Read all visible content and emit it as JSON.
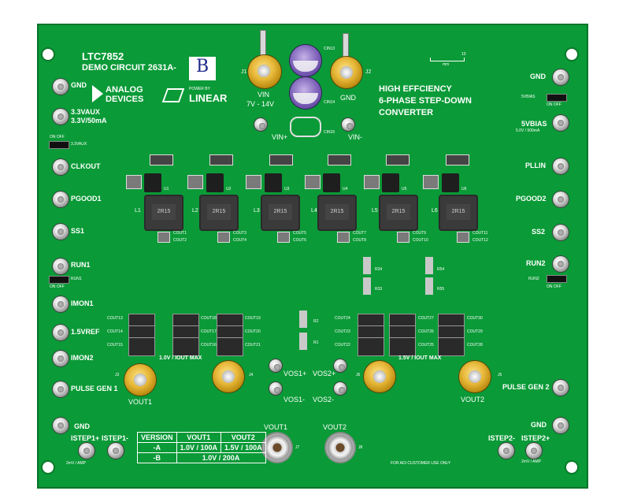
{
  "board": {
    "part_number": "LTC7852",
    "demo_circuit": "DEMO CIRCUIT 2631A-",
    "demo_suffix": "B",
    "title_line1": "HIGH EFFCIENCY",
    "title_line2": "6-PHASE  STEP-DOWN",
    "title_line3": "CONVERTER",
    "brand_adi_line1": "ANALOG",
    "brand_adi_line2": "DEVICES",
    "brand_lt_line1": "POWER BY",
    "brand_lt_line2": "LINEAR",
    "scale_label": "mm",
    "scale_value": "10",
    "customer_note": "FOR ADI CUSTOMER USE ONLY"
  },
  "left_labels": {
    "gnd": "GND",
    "aux_line1": "3.3VAUX",
    "aux_line2": "3.3V/50mA",
    "jumper_onoff": "ON  OFF",
    "jumper_aux": "3.3VAUX",
    "clkout": "CLKOUT",
    "pgood1": "PGOOD1",
    "ss1": "SS1",
    "run1": "RUN1",
    "run1_jumper": "RUN1",
    "run1_onoff": "ON  OFF",
    "imon1": "IMON1",
    "vref": "1.5VREF",
    "imon2": "IMON2",
    "pulse_gen1": "PULSE GEN 1",
    "gnd_bottom": "GND",
    "istep1p": "ISTEP1+",
    "istep1m": "ISTEP1-",
    "amp_scale": "2mV / AMP"
  },
  "right_labels": {
    "gnd": "GND",
    "bias_jumper": "5VBIAS",
    "bias_onoff": "ON  OFF",
    "bias_line1": "5VBIAS",
    "bias_line2": "5.0V / 500mA",
    "pllin": "PLLIN",
    "pgood2": "PGOOD2",
    "ss2": "SS2",
    "run2": "RUN2",
    "run2_jumper": "RUN2",
    "run2_onoff": "ON  OFF",
    "pulse_gen2": "PULSE GEN 2",
    "gnd_bottom": "GND",
    "istep2m": "ISTEP2-",
    "istep2p": "ISTEP2+",
    "amp_scale": "2mV / AMP"
  },
  "top_labels": {
    "vin": "VIN",
    "vin_range": "7V - 14V",
    "gnd": "GND",
    "j1": "J1",
    "j2": "J2",
    "cin13": "CIN13",
    "cin14": "CIN14",
    "cin15": "CIN15",
    "vinp": "VIN+",
    "vinm": "VIN-"
  },
  "phases": [
    "U1",
    "U2",
    "U3",
    "U4",
    "U5",
    "U6"
  ],
  "inductors": [
    "L1",
    "L2",
    "L3",
    "L4",
    "L5",
    "L6"
  ],
  "cout_top": [
    "COUT1",
    "COUT2",
    "COUT3",
    "COUT4",
    "COUT5",
    "COUT6",
    "COUT7",
    "COUT8",
    "COUT9",
    "COUT10",
    "COUT11",
    "COUT12"
  ],
  "cout_bank1": [
    "COUT13",
    "COUT14",
    "COUT15",
    "COUT18",
    "COUT17",
    "COUT16",
    "COUT19",
    "COUT20",
    "COUT21"
  ],
  "cout_bank2": [
    "COUT24",
    "COUT23",
    "COUT22",
    "COUT27",
    "COUT26",
    "COUT25",
    "COUT30",
    "COUT29",
    "COUT28"
  ],
  "mid_labels": {
    "out1_max": "1.0V / IOUT MAX",
    "out2_max": "1.5V / IOUT MAX",
    "r34": "R34",
    "r33": "R33",
    "r54": "R54",
    "r55": "R55",
    "r2": "R2",
    "r1": "R1",
    "vos1p": "VOS1+",
    "vos1m": "VOS1-",
    "vos2p": "VOS2+",
    "vos2m": "VOS2-",
    "vout1_lug": "VOUT1",
    "vout2_lug": "VOUT2",
    "j3": "J3",
    "j4": "J4",
    "j6": "J6",
    "j5": "J5",
    "vout1_bnc": "VOUT1",
    "vout2_bnc": "VOUT2",
    "j7": "J7",
    "j8": "J8"
  },
  "version_table": {
    "headers": [
      "VERSION",
      "VOUT1",
      "VOUT2"
    ],
    "row_a": [
      "-A",
      "1.0V / 100A",
      "1.5V / 100A"
    ],
    "row_b": [
      "-B",
      "1.0V / 200A"
    ]
  },
  "colors": {
    "board": "#0a9a37",
    "silkscreen": "#ffffff",
    "gold": "#e8b93a",
    "cap_purple": "#7b5fb8"
  }
}
